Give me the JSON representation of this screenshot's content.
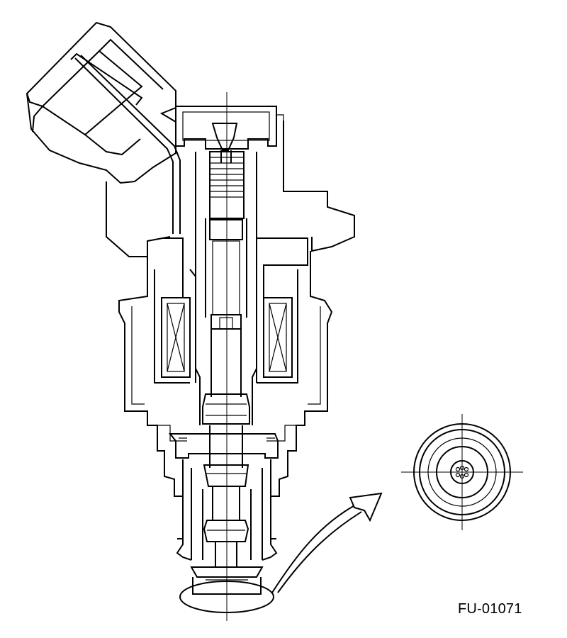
{
  "figure": {
    "code": "FU-01071",
    "line_color": "#000000",
    "background": "#ffffff",
    "parts": [
      "electrical-connector",
      "terminal-wire",
      "fuel-inlet-cap",
      "filter-stem",
      "adjusting-spring",
      "core-tube",
      "solenoid-coil-left",
      "solenoid-coil-right",
      "injector-housing",
      "plunger-armature",
      "needle-valve",
      "valve-body",
      "nozzle-tip",
      "callout-ellipse",
      "callout-arrow",
      "nozzle-end-view"
    ]
  }
}
